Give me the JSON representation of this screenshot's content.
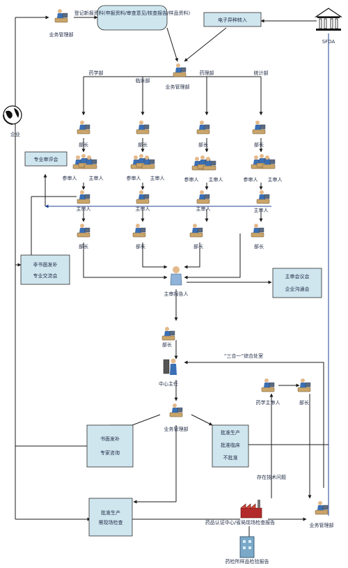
{
  "actors": {
    "biz_top": "业务管理部",
    "dept_yx": "药学部",
    "dept_lc": "临床部",
    "dept_yl": "药理部",
    "dept_tj": "统计部",
    "biz_mid": "业务管理部",
    "sfda": "SFDA",
    "applicant": "企业",
    "head_1": "部长",
    "head_2": "部长",
    "head_3": "部长",
    "head_4": "部长",
    "reviewers_1": "参审人",
    "chief_1": "主审人",
    "reviewers_2": "参审人",
    "chief_2": "主审人",
    "reviewers_3": "参审人",
    "chief_3": "主审人",
    "reviewers_4": "参审人",
    "chief_4": "主审人",
    "lead_1": "主审人",
    "lead_2": "主审人",
    "lead_3": "主审人",
    "lead_4": "主审人",
    "head_b1": "部长",
    "head_b2": "部长",
    "head_b3": "部长",
    "head_b4": "部长",
    "chief_reporter": "主审报告人",
    "minister": "部长",
    "center_head": "中心主任",
    "biz_low": "业务管理部",
    "three_in_one": "“三合一”综合处室",
    "pharma_chief": "药学主审人",
    "pharma_head": "部长",
    "biz_bottom": "业务管理部",
    "cert_center": "药品认证中心/省局现场检查报告",
    "lab_report": "药检所样品检验报告"
  },
  "boxes": {
    "register": "登记新报资料(申报资料/审查意见/核查报告/样品资料)",
    "e_transfer": "电子异种转入",
    "expert_panel": "专业审评会",
    "non_written": [
      "非书面发补",
      "专业交流会"
    ],
    "meeting": [
      "主审会议会",
      "企业沟通会"
    ],
    "written": [
      "书面发补",
      "专家咨询"
    ],
    "decision": [
      "批准生产",
      "批准临床",
      "不批准"
    ],
    "approve_check": [
      "批准生产",
      "需现场检查"
    ],
    "tech_issue": "存在技术问题"
  },
  "colors": {
    "box_fill": "#cfe6ef",
    "line": "#1a1a1a",
    "line_blue": "#1c3f94"
  }
}
